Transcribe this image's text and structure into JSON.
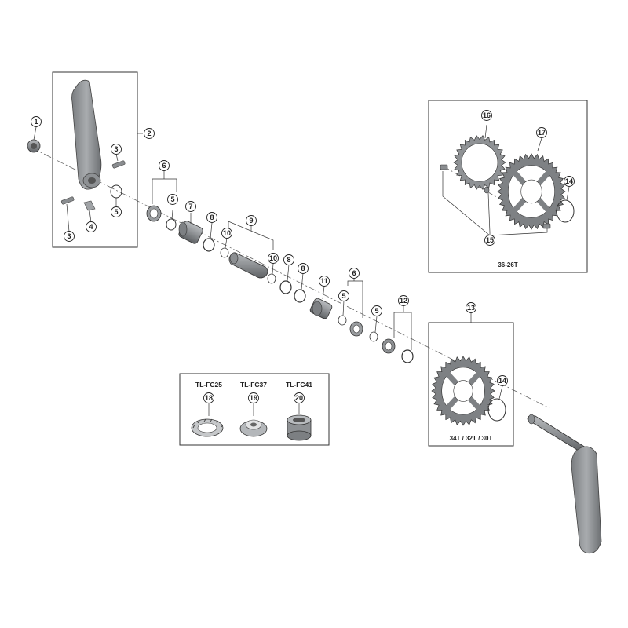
{
  "callouts": [
    {
      "id": "c1",
      "text": "1"
    },
    {
      "id": "c2",
      "text": "2"
    },
    {
      "id": "c3a",
      "text": "3"
    },
    {
      "id": "c3b",
      "text": "3"
    },
    {
      "id": "c4",
      "text": "4"
    },
    {
      "id": "c5a",
      "text": "5"
    },
    {
      "id": "c5b",
      "text": "5"
    },
    {
      "id": "c5c",
      "text": "5"
    },
    {
      "id": "c5d",
      "text": "5"
    },
    {
      "id": "c6a",
      "text": "6"
    },
    {
      "id": "c6b",
      "text": "6"
    },
    {
      "id": "c7",
      "text": "7"
    },
    {
      "id": "c8a",
      "text": "8"
    },
    {
      "id": "c8b",
      "text": "8"
    },
    {
      "id": "c8c",
      "text": "8"
    },
    {
      "id": "c9",
      "text": "9"
    },
    {
      "id": "c10a",
      "text": "10"
    },
    {
      "id": "c10b",
      "text": "10"
    },
    {
      "id": "c11",
      "text": "11"
    },
    {
      "id": "c12",
      "text": "12"
    },
    {
      "id": "c13",
      "text": "13"
    },
    {
      "id": "c14a",
      "text": "14"
    },
    {
      "id": "c14b",
      "text": "14"
    },
    {
      "id": "c15",
      "text": "15"
    },
    {
      "id": "c16",
      "text": "16"
    },
    {
      "id": "c17",
      "text": "17"
    },
    {
      "id": "c18",
      "text": "18"
    },
    {
      "id": "c19",
      "text": "19"
    },
    {
      "id": "c20",
      "text": "20"
    }
  ],
  "boxes": {
    "chainring_upper_caption": "36-26T",
    "chainring_lower_caption": "34T / 32T / 30T"
  },
  "tools": [
    {
      "name": "TL-FC25"
    },
    {
      "name": "TL-FC37"
    },
    {
      "name": "TL-FC41"
    }
  ]
}
